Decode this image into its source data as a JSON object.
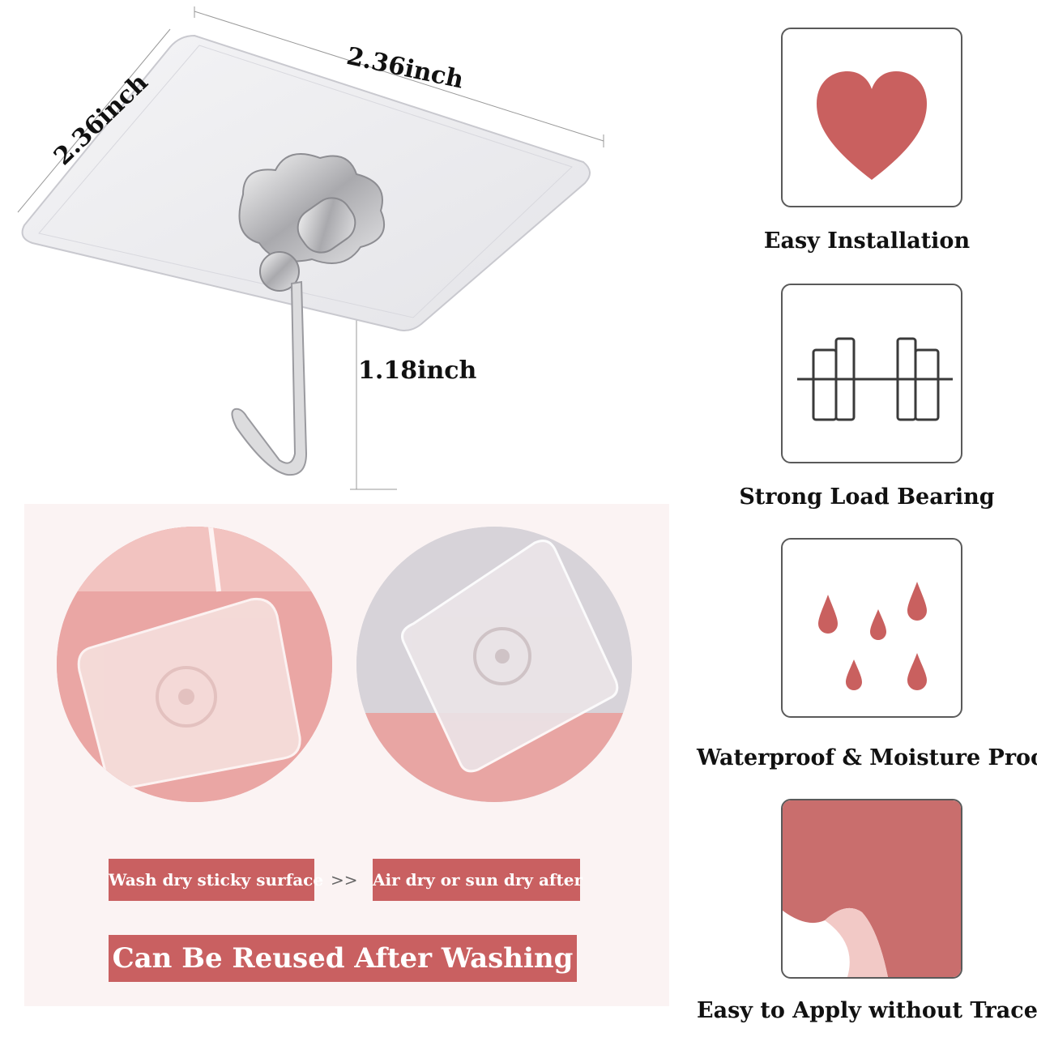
{
  "dimensions": {
    "width": "2.36inch",
    "depth": "2.36inch",
    "hook_height": "1.18inch"
  },
  "features": [
    {
      "label": "Easy Installation",
      "icon": "heart-icon"
    },
    {
      "label": "Strong Load Bearing",
      "icon": "dumbbell-icon"
    },
    {
      "label": "Waterproof & Moisture Proof",
      "icon": "water-drops-icon"
    },
    {
      "label": "Easy to Apply without Traces",
      "icon": "peeling-sticker-icon"
    }
  ],
  "washing": {
    "step1": "Wash dry sticky surface",
    "arrow": ">>",
    "step2": "Air dry or sun dry after",
    "banner": "Can Be Reused After Washing"
  },
  "colors": {
    "accent": "#c96061",
    "icon_red": "#c9605f",
    "icon_stroke": "#3a3a3a"
  }
}
